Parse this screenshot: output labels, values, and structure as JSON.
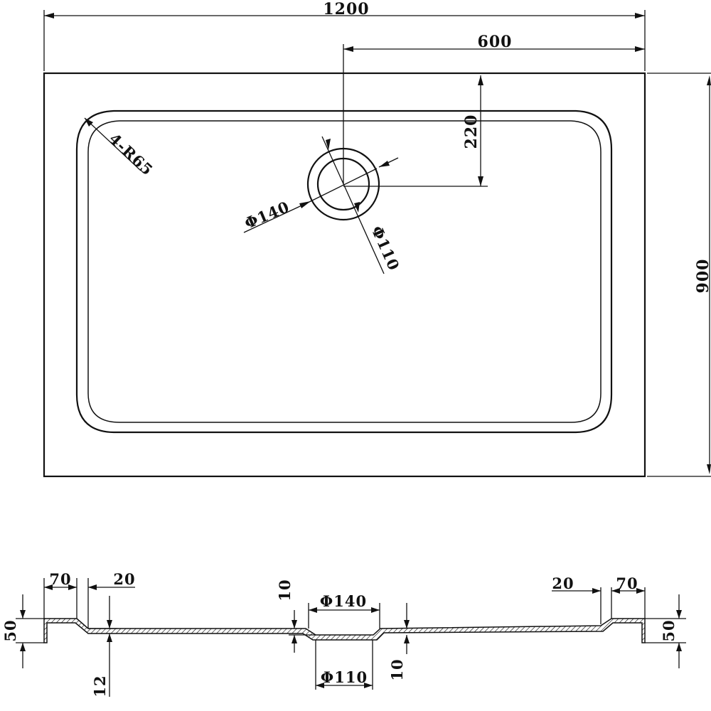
{
  "plan_view": {
    "width_dim": "1200",
    "drain_offset_x": "600",
    "drain_offset_y": "220",
    "depth_dim": "900",
    "corner_radius": "4-R65",
    "drain_outer": "Φ140",
    "drain_inner": "Φ110"
  },
  "section_view": {
    "rim_left": "70",
    "slope_left": "20",
    "slope_right": "20",
    "rim_right": "70",
    "height_left": "50",
    "height_right": "50",
    "base_thickness": "12",
    "step_upper": "10",
    "step_lower": "10",
    "drain_top": "Φ140",
    "drain_bottom": "Φ110"
  }
}
